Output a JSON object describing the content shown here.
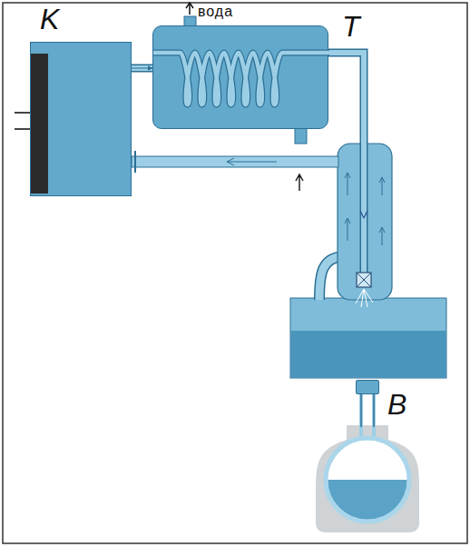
{
  "diagram": {
    "nodes": [
      {
        "text": [
          "K"
        ]
      },
      {
        "text": [
          "T"
        ]
      },
      {
        "text": [
          "B"
        ]
      }
    ],
    "edges": [
      {
        "from": 0,
        "to": 1,
        "arrow": "to"
      }
    ],
    "labels": [
      "вода"
    ]
  }
}
